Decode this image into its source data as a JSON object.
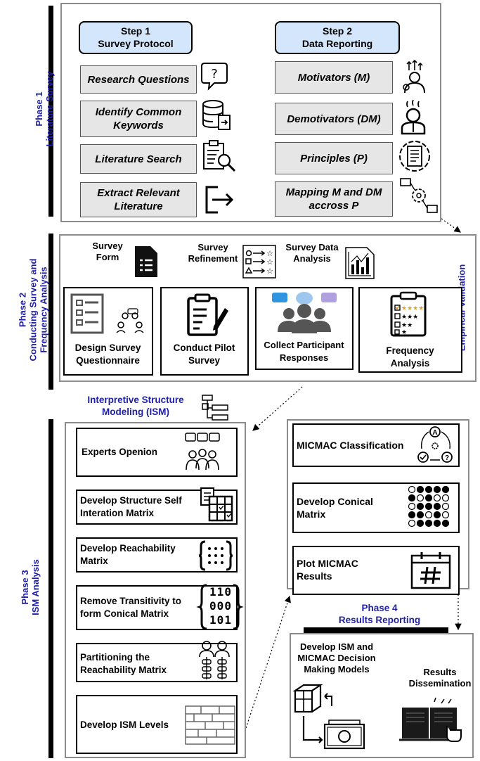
{
  "phase1": {
    "label_line1": "Phase 1",
    "label_line2": "Literature Survey",
    "step1": {
      "line1": "Step 1",
      "line2": "Survey Protocol"
    },
    "step2": {
      "line1": "Step 2",
      "line2": "Data Reporting"
    },
    "left_items": [
      "Research Questions",
      "Identify Common Keywords",
      "Literature Search",
      "Extract Relevant Literature"
    ],
    "right_items": [
      "Motivators (M)",
      "Demotivators (DM)",
      "Principles (P)",
      "Mapping M and DM accross P"
    ]
  },
  "phase2": {
    "label_line1": "Phase 2",
    "label_line2": "Conducting Survey and",
    "label_line3": "Frequency Analysis",
    "side_label": "Empirical Validation",
    "top_labels": [
      {
        "line1": "Survey",
        "line2": "Form"
      },
      {
        "line1": "Survey",
        "line2": "Refinement"
      },
      {
        "line1": "Survey Data",
        "line2": "Analysis"
      }
    ],
    "boxes": [
      {
        "line1": "Design Survey",
        "line2": "Questionnaire"
      },
      {
        "line1": "Conduct Pilot",
        "line2": "Survey"
      },
      {
        "line1": "Collect Participant",
        "line2": "Responses"
      },
      {
        "line1": "Frequency",
        "line2": "Analysis"
      }
    ]
  },
  "ism_title": {
    "line1": "Interpretive Structure",
    "line2": "Modeling (ISM)"
  },
  "phase3": {
    "label_line1": "Phase 3",
    "label_line2": "ISM Analysis",
    "steps": [
      {
        "line1": "Experts Openion",
        "line2": ""
      },
      {
        "line1": "Develop Structure Self",
        "line2": "Interation Matrix"
      },
      {
        "line1": "Develop Reachability",
        "line2": "Matrix"
      },
      {
        "line1": "Remove Transitivity to",
        "line2": "form Conical Matrix"
      },
      {
        "line1": "Partitioning the",
        "line2": "Reachability Matrix"
      },
      {
        "line1": "Develop  ISM Levels",
        "line2": ""
      }
    ],
    "binary_matrix": [
      "110",
      "000",
      "101"
    ]
  },
  "micmac": {
    "steps": [
      {
        "line1": "MICMAC Classification",
        "line2": ""
      },
      {
        "line1": "Develop Conical",
        "line2": "Matrix"
      },
      {
        "line1": "Plot MICMAC",
        "line2": "Results"
      }
    ],
    "icon_letters": [
      "A",
      "?"
    ]
  },
  "phase4": {
    "label_line1": "Phase 4",
    "label_line2": "Results Reporting",
    "left_title": [
      "Develop ISM and",
      "MICMAC Decision",
      "Making Models"
    ],
    "right_title": [
      "Results",
      "Dissemination"
    ]
  },
  "colors": {
    "phase_label": "#1f1fa8",
    "step_fill": "#d4e6fb",
    "item_fill": "#e6e6e6",
    "panel_border": "#8c8c8c"
  }
}
